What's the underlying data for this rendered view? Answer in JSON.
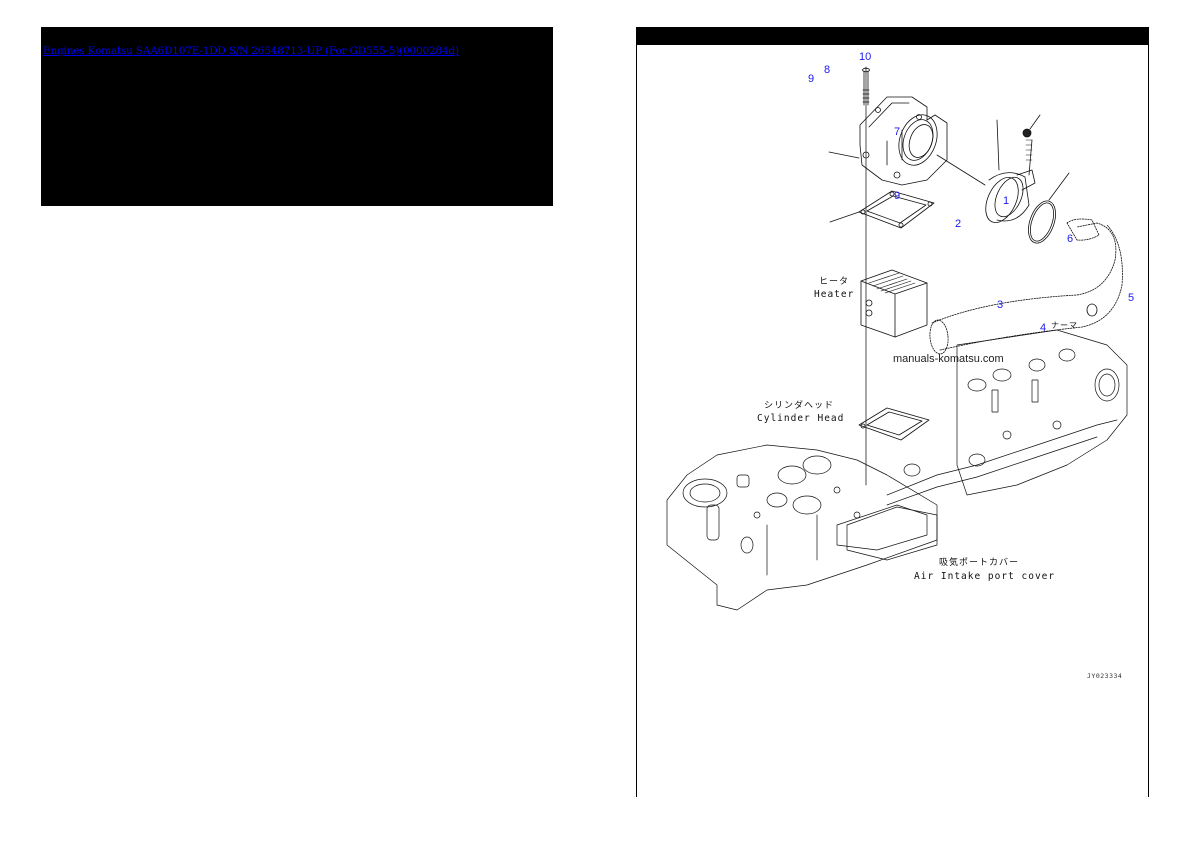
{
  "left_panel": {
    "breadcrumb": {
      "category_link": "Engines Komatsu",
      "model_link": "SAA6D107E-1DD S/N 26548713-UP (For GD555-5)(0000284d)"
    },
    "background_color": "#000000",
    "link_color": "#0000ee"
  },
  "right_panel": {
    "header_color": "#000000",
    "diagram": {
      "callouts": [
        {
          "number": "1"
        },
        {
          "number": "2"
        },
        {
          "number": "3"
        },
        {
          "number": "4"
        },
        {
          "number": "5"
        },
        {
          "number": "6"
        },
        {
          "number": "7"
        },
        {
          "number": "8"
        },
        {
          "number": "9"
        },
        {
          "number": "9"
        },
        {
          "number": "10"
        }
      ],
      "labels": {
        "heater_jp": "ヒータ",
        "heater_en": "Heater",
        "cylinder_head_jp": "シリンダヘッド",
        "cylinder_head_en": "Cylinder Head",
        "intake_cover_jp": "吸気ポートカバー",
        "intake_cover_en": "Air Intake port cover",
        "gasket_jp": "ナーマ"
      },
      "watermark": "manuals-komatsu.com",
      "figure_id": "JY023334",
      "callout_color": "#1a1aee"
    }
  }
}
